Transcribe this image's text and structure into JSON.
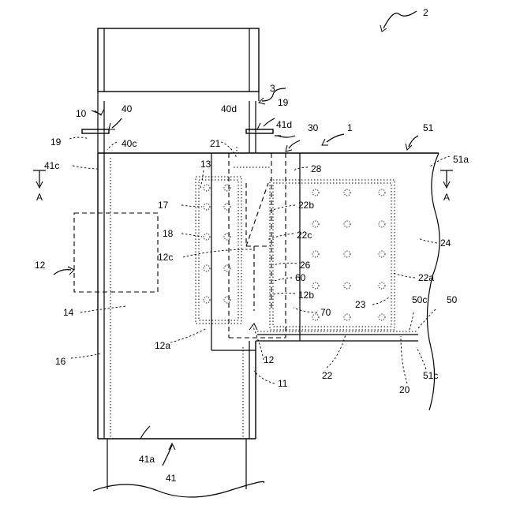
{
  "figure": {
    "labels": {
      "l2": "2",
      "l3": "3",
      "l10": "10",
      "l40": "40",
      "l40d": "40d",
      "l19_left": "19",
      "l19_right": "19",
      "l41d": "41d",
      "l30": "30",
      "l1": "1",
      "l51": "51",
      "l40c": "40c",
      "l21": "21",
      "l51a": "51a",
      "l41c": "41c",
      "l13": "13",
      "l28": "28",
      "lA_left": "A",
      "lA_right": "A",
      "l17": "17",
      "l22b": "22b",
      "l18": "18",
      "l22c": "22c",
      "l24": "24",
      "l12c": "12c",
      "l26": "26",
      "l12_left": "12",
      "l60": "60",
      "l22a": "22a",
      "l12b": "12b",
      "l50c": "50c",
      "l50": "50",
      "l23": "23",
      "l14": "14",
      "l70": "70",
      "l12a": "12a",
      "l12_bottom": "12",
      "l16": "16",
      "l22": "22",
      "l51c": "51c",
      "l11": "11",
      "l20": "20",
      "l41a": "41a",
      "l41": "41"
    }
  }
}
